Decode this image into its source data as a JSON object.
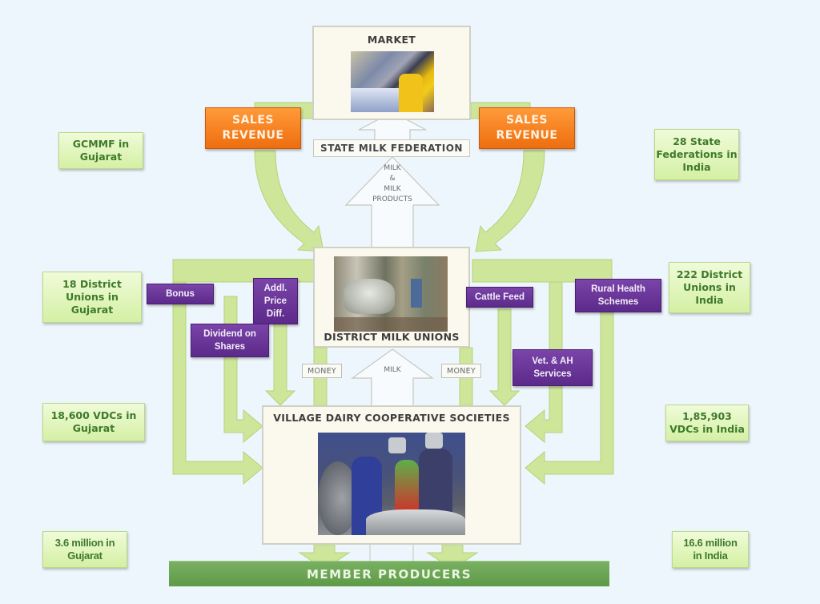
{
  "top": {
    "market_title": "MARKET",
    "state_federation_title": "STATE MILK FEDERATION",
    "sales_revenue_left": [
      "SALES",
      "REVENUE"
    ],
    "sales_revenue_right": [
      "SALES",
      "REVENUE"
    ],
    "upflow_label": [
      "MILK",
      "&",
      "MILK",
      "PRODUCTS"
    ]
  },
  "middle": {
    "district_unions_title": "DISTRICT MILK UNIONS",
    "money_left": "MONEY",
    "money_right": "MONEY",
    "milk_label": "MILK",
    "benefits_left": [
      {
        "label": "Bonus"
      },
      {
        "label": "Addl. Price Diff.",
        "lines": [
          "Addl.",
          "Price",
          "Diff."
        ]
      },
      {
        "label": "Dividend on Shares",
        "lines": [
          "Dividend on",
          "Shares"
        ]
      }
    ],
    "benefits_right": [
      {
        "label": "Cattle Feed"
      },
      {
        "label": "Rural Health Schemes",
        "lines": [
          "Rural Health",
          "Schemes"
        ]
      },
      {
        "label": "Vet. & AH Services",
        "lines": [
          "Vet. & AH",
          "Services"
        ]
      }
    ]
  },
  "bottom": {
    "village_societies_title": "VILLAGE DAIRY COOPERATIVE SOCIETIES",
    "member_producers": "MEMBER PRODUCERS"
  },
  "stats_gujarat": [
    {
      "lines": [
        "GCMMF in",
        "Gujarat"
      ]
    },
    {
      "lines": [
        "18 District",
        "Unions in",
        "Gujarat"
      ]
    },
    {
      "lines": [
        "18,600 VDCs in",
        "Gujarat"
      ]
    },
    {
      "lines": [
        "3.6 million in",
        "Gujarat"
      ]
    }
  ],
  "stats_india": [
    {
      "lines": [
        "28 State",
        "Federations in",
        "India"
      ]
    },
    {
      "lines": [
        "222 District",
        "Unions in",
        "India"
      ]
    },
    {
      "lines": [
        "1,85,903",
        "VDCs in India"
      ]
    },
    {
      "lines": [
        "16.6 million",
        "in India"
      ]
    }
  ],
  "colors": {
    "background": "#eef6fd",
    "flow_green": "#cde69a",
    "stat_text": "#3e7a2a",
    "benefit_purple": "#6a3598",
    "sales_orange": "#f5821f",
    "member_green": "#6aa653"
  }
}
